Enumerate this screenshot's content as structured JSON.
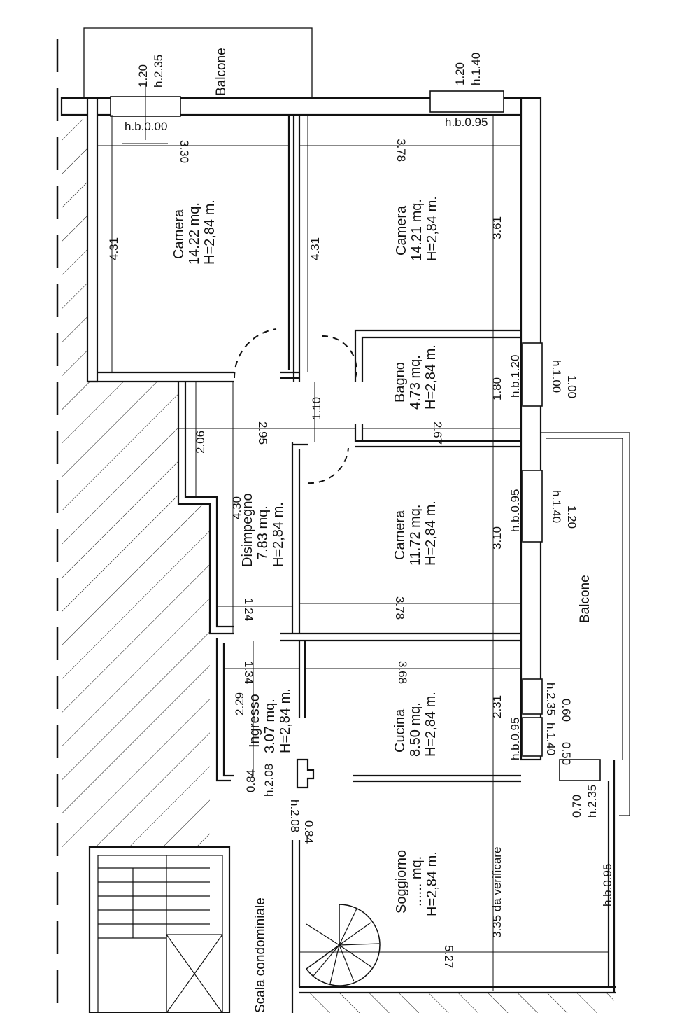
{
  "rooms": {
    "camera1": {
      "name": "Camera",
      "area": "14.22 mq.",
      "height": "H=2,84 m."
    },
    "camera2": {
      "name": "Camera",
      "area": "14.21 mq.",
      "height": "H=2,84 m."
    },
    "bagno": {
      "name": "Bagno",
      "area": "4.73 mq.",
      "height": "H=2,84 m."
    },
    "camera3": {
      "name": "Camera",
      "area": "11.72 mq.",
      "height": "H=2,84 m."
    },
    "disimpegno": {
      "name": "Disimpegno",
      "area": "7.83 mq.",
      "height": "H=2,84 m."
    },
    "ingresso": {
      "name": "Ingresso",
      "area": "3.07 mq.",
      "height": "H=2,84 m."
    },
    "cucina": {
      "name": "Cucina",
      "area": "8.50 mq.",
      "height": "H=2,84 m."
    },
    "soggiorno": {
      "name": "Soggiorno",
      "area": "...... mq.",
      "height": "H=2,84 m."
    },
    "balcone_top": {
      "name": "Balcone"
    },
    "balcone_right": {
      "name": "Balcone"
    },
    "scala": {
      "name": "Scala condominiale"
    }
  },
  "dimensions": {
    "d_330": "3.30",
    "d_378a": "3.78",
    "d_431a": "4.31",
    "d_431b": "4.31",
    "d_361": "3.61",
    "d_110": "1.10",
    "d_180": "1.80",
    "d_206": "2.06",
    "d_295": "2.95",
    "d_267": "2.67",
    "d_430": "4.30",
    "d_310": "3.10",
    "d_124": "1.24",
    "d_378b": "3.78",
    "d_134": "1.34",
    "d_368": "3.68",
    "d_229": "2.29",
    "d_231": "2.31",
    "d_335": "3.35 da verificare",
    "d_527": "5.27"
  },
  "openings": {
    "w1_width": "1.20",
    "w1_h": "h.2.35",
    "w1_hb": "h.b.0.00",
    "w2_width": "1.20",
    "w2_h": "h.1.40",
    "w2_hb": "h.b.0.95",
    "w3_width": "1.00",
    "w3_h": "h.1.00",
    "w3_hb": "h.b.1.20",
    "w4_width": "1.20",
    "w4_h": "h.1.40",
    "w4_hb": "h.b.0.95",
    "w5_width": "0.60",
    "w5_h": "h.2.35",
    "w6_width": "0.50",
    "w6_h": "h.1.40",
    "w6_hb": "h.b.0.95",
    "w7_width": "0.70",
    "w7_h": "h.2.35",
    "w8_hb": "h.b.0.95",
    "door_in_width": "0.84",
    "door_in_h": "h.2.08",
    "door_out_width": "0.84",
    "door_out_h": "h.2.08"
  },
  "colors": {
    "line": "#111111",
    "background": "#ffffff"
  }
}
